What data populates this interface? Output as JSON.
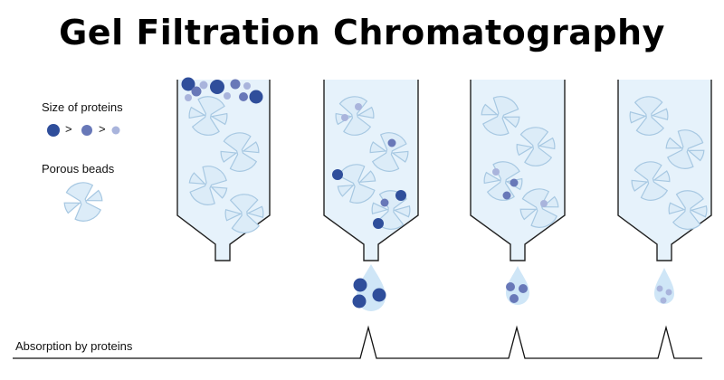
{
  "title": "Gel Filtration Chromatography",
  "legend": {
    "size_label": "Size of proteins",
    "comparison_symbol": ">",
    "beads_label": "Porous beads"
  },
  "trace_label": "Absorption by proteins",
  "colors": {
    "large_protein": "#2f4e9b",
    "medium_protein": "#6878b8",
    "small_protein": "#a9b4dc",
    "column_fill": "#e6f2fb",
    "bead_fill": "#dcecf8",
    "bead_stroke": "#a7c8e2",
    "outline": "#222222"
  }
}
